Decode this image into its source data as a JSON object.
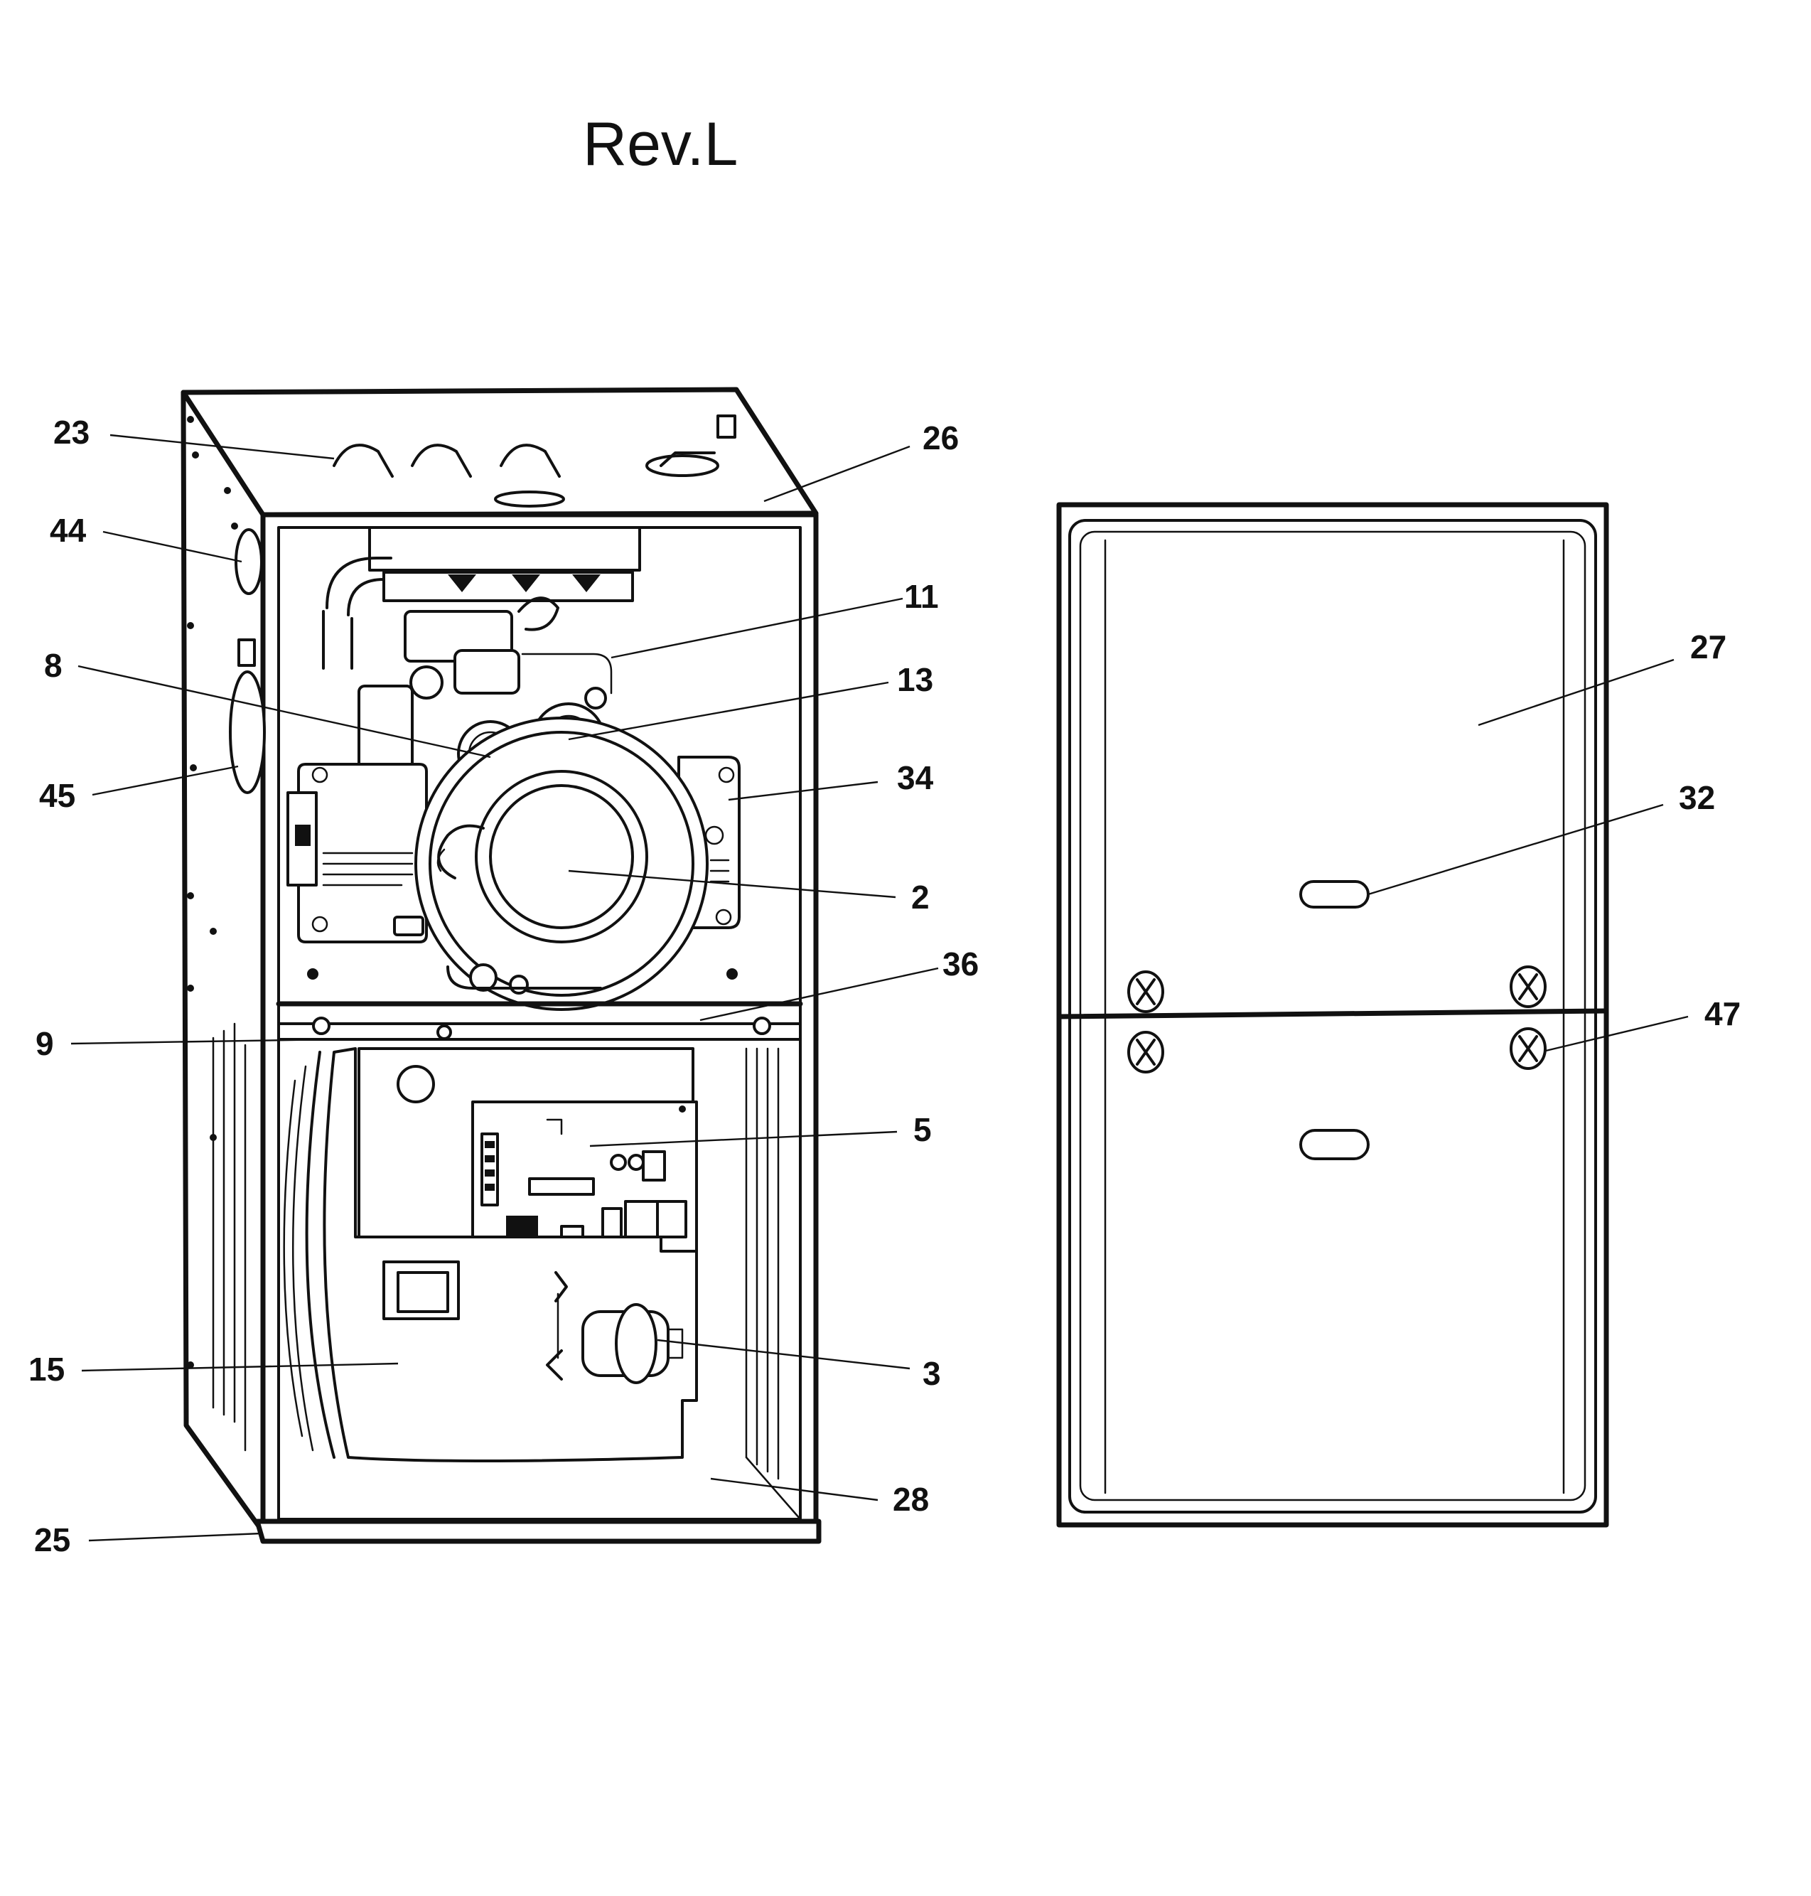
{
  "revision_label": "Rev.L",
  "callouts": [
    {
      "id": "23",
      "text": "23"
    },
    {
      "id": "26",
      "text": "26"
    },
    {
      "id": "44",
      "text": "44"
    },
    {
      "id": "11",
      "text": "11"
    },
    {
      "id": "8",
      "text": "8"
    },
    {
      "id": "13",
      "text": "13"
    },
    {
      "id": "27",
      "text": "27"
    },
    {
      "id": "34",
      "text": "34"
    },
    {
      "id": "45",
      "text": "45"
    },
    {
      "id": "32",
      "text": "32"
    },
    {
      "id": "2",
      "text": "2"
    },
    {
      "id": "36",
      "text": "36"
    },
    {
      "id": "47",
      "text": "47"
    },
    {
      "id": "9",
      "text": "9"
    },
    {
      "id": "5",
      "text": "5"
    },
    {
      "id": "15",
      "text": "15"
    },
    {
      "id": "3",
      "text": "3"
    },
    {
      "id": "28",
      "text": "28"
    },
    {
      "id": "25",
      "text": "25"
    }
  ],
  "colors": {
    "ink": "#111111",
    "background": "#ffffff"
  }
}
